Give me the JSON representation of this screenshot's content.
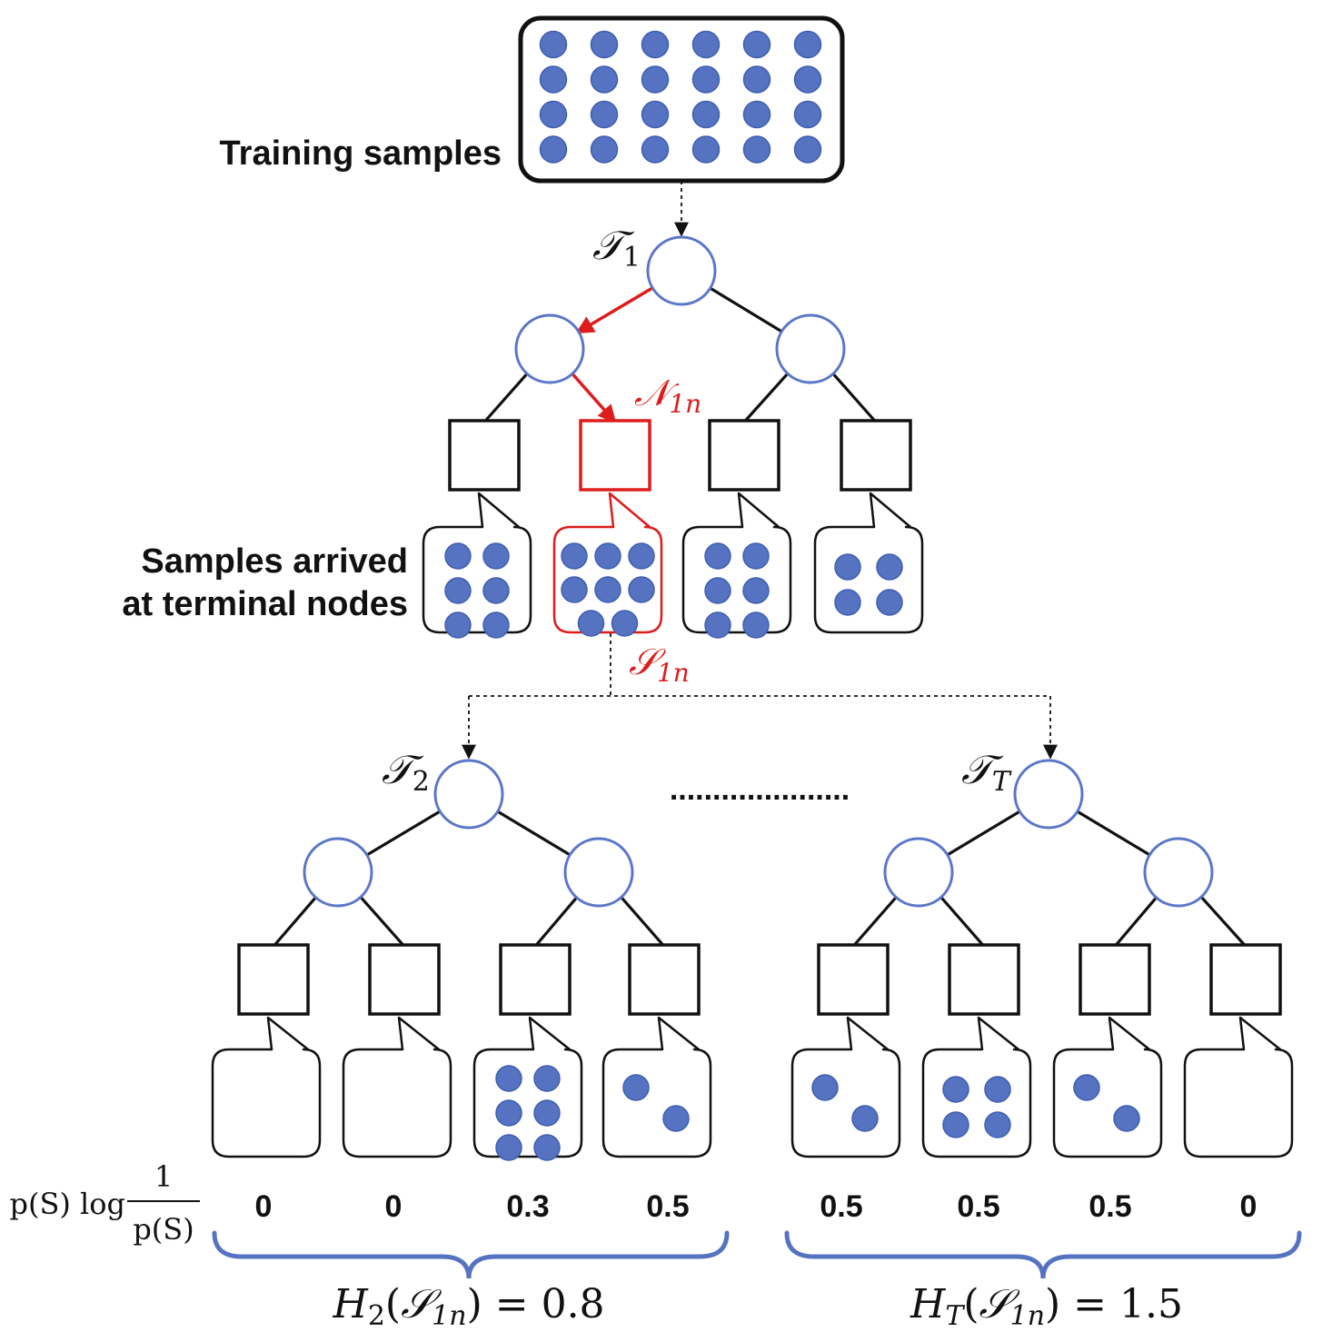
{
  "colors": {
    "blue": "#5673c2",
    "blue_stroke": "#3f5db0",
    "node_stroke": "#5a76c8",
    "red": "#dd1c1c",
    "black": "#111111"
  },
  "labels": {
    "training_samples": "Training samples",
    "arrived_line1": "Samples arrived",
    "arrived_line2": "at terminal nodes",
    "ellipsis": "....................."
  },
  "math": {
    "t1": {
      "base": "𝒯",
      "sub": "1"
    },
    "t2": {
      "base": "𝒯",
      "sub": "2"
    },
    "tT": {
      "base": "𝒯",
      "sub": "T"
    },
    "n1n": {
      "base": "𝒩",
      "sub": "1n"
    },
    "s1n": {
      "base": "𝒮",
      "sub": "1n"
    },
    "plog": {
      "num": "1",
      "lhs": "p(S) log",
      "den": "p(S)"
    },
    "h2": {
      "H": "H",
      "sub": "2",
      "arg_open": "(",
      "S": "𝒮",
      "arg_sub": "1n",
      "rest": ") = 0.8"
    },
    "hT": {
      "H": "H",
      "sub": "T",
      "arg_open": "(",
      "S": "𝒮",
      "arg_sub": "1n",
      "rest": ") = 1.5"
    }
  },
  "tree1_leaf_counts": [
    6,
    8,
    6,
    4
  ],
  "tree2": {
    "leaf_counts": [
      0,
      0,
      6,
      2
    ],
    "entropy_terms": [
      "0",
      "0",
      "0.3",
      "0.5"
    ]
  },
  "treeT": {
    "leaf_counts": [
      2,
      4,
      2,
      0
    ],
    "entropy_terms": [
      "0.5",
      "0.5",
      "0.5",
      "0"
    ]
  },
  "training_grid": {
    "rows": 4,
    "cols": 6
  }
}
